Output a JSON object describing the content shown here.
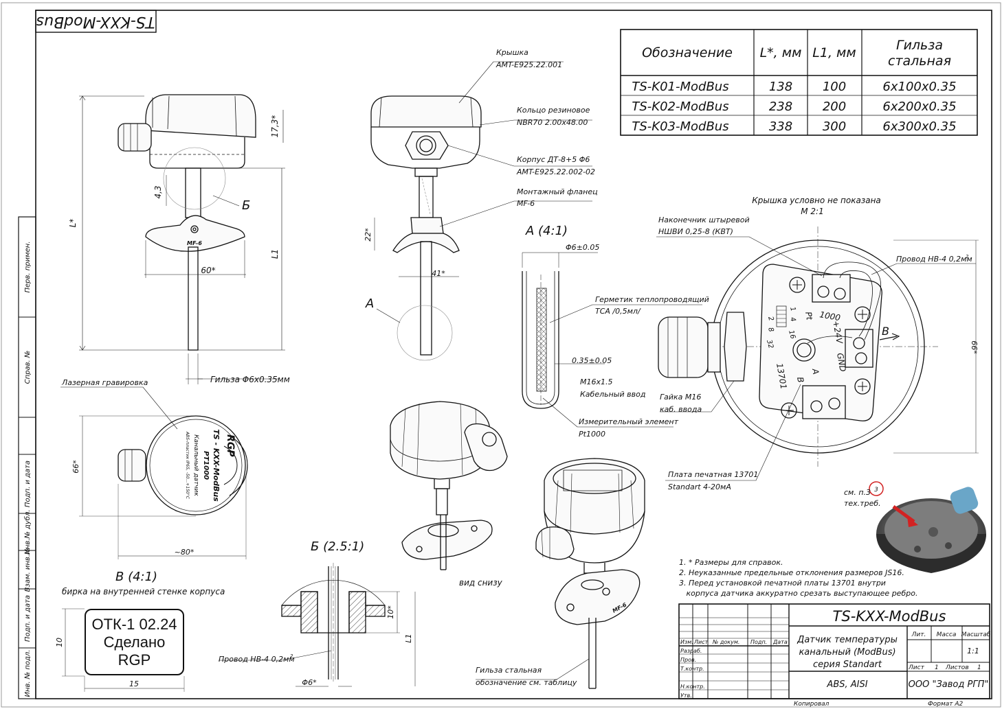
{
  "title_rotated": "TS-KXX-ModBus",
  "spec_table": {
    "headers": [
      "Обозначение",
      "L*, мм",
      "L1, мм",
      "Гильза стальная"
    ],
    "header_gilza_line1": "Гильза",
    "header_gilza_line2": "стальная",
    "rows": [
      [
        "TS-K01-ModBus",
        "138",
        "100",
        "6x100x0.35"
      ],
      [
        "TS-K02-ModBus",
        "238",
        "200",
        "6x200x0.35"
      ],
      [
        "TS-K03-ModBus",
        "338",
        "300",
        "6x300x0.35"
      ]
    ]
  },
  "side_strip": [
    "Перв. примен.",
    "Справ. №",
    "Подп. и дата",
    "Инв.№ дубл.",
    "Взам. инв.№",
    "Подп. и дата",
    "Инв. № подл."
  ],
  "front_view": {
    "dim_L": "L*",
    "dim_L1": "L1",
    "dim_17": "17,3*",
    "dim_43": "4,3",
    "dim_60": "60*",
    "label_B": "Б",
    "flange_mark": "MF-6",
    "sleeve": "Гильза Φ6x0.35мм"
  },
  "side_view": {
    "cover_title": "Крышка",
    "cover_code": "AMT-E925.22.001",
    "ring_title": "Кольцо резиновое",
    "ring_code": "NBR70 2.00x48.00",
    "body_title": "Корпус ДТ-8+5 Φ6",
    "body_code": "AMT-E925.22.002-02",
    "flange_title": "Монтажный фланец",
    "flange_code": "MF-6",
    "dim_22": "22*",
    "dim_41": "41*",
    "label_A": "А"
  },
  "detail_a": {
    "title": "А (4:1)",
    "dia": "Φ6±0.05",
    "paste_title": "Герметик теплопроводящий",
    "paste_code": "TCA  /0,5мл/",
    "wall": "0.35±0.05",
    "element_title": "Измерительный элемент",
    "element_code": "Pt1000"
  },
  "cable_entry": {
    "thread": "M16x1.5",
    "title": "Кабельный ввод",
    "nut": "Гайка M16",
    "nut2": "каб. ввода"
  },
  "top_view": {
    "note": "Крышка условно не показана",
    "scale": "M 2:1",
    "tip_title": "Наконечник штыревой",
    "tip_code": "НШВИ 0,25-8 (КВТ)",
    "wire": "Провод НВ-4 0,2мм",
    "board_title": "Плата печатная 13701",
    "board_code": "Standart 4-20мА",
    "dim_66": "66*",
    "label_B": "В",
    "pins_1": "1",
    "pins_2": "2",
    "pins_4": "4",
    "pins_8": "8",
    "pins_16": "16",
    "pins_32": "32",
    "pt": "Pt",
    "t1000": "1000",
    "plus24": "+24V",
    "gnd": "GND",
    "pin_a": "A",
    "pin_b": "B",
    "board_num": "13701"
  },
  "label_view": {
    "engrave": "Лазерная гравировка",
    "brand": "RGP",
    "model": "TS - KXX-ModBus",
    "pt": "PT1000",
    "desc": "Канальный датчик",
    "spec": "ABS-пластик IP65, -50...+150°C",
    "dim_66": "66*",
    "dim_80": "~80*"
  },
  "detail_v": {
    "title": "В (4:1)",
    "caption": "бирка на внутренней стенке корпуса",
    "stamp_l1": "ОТК-1  02.24",
    "stamp_l2": "Сделано",
    "stamp_l3": "RGP",
    "dim_10": "10",
    "dim_15": "15"
  },
  "detail_b": {
    "title": "Б (2.5:1)",
    "wire": "Провод НВ-4 0,2мм",
    "dim_10": "10*",
    "dim_L1": "L1",
    "dim_6": "Φ6*"
  },
  "iso": {
    "bottom_view": "вид снизу",
    "sleeve_title": "Гильза стальная",
    "sleeve_note": "обозначение см. таблицу",
    "flange_mark": "MF-6"
  },
  "photo_note": {
    "line1": "см. п.3",
    "line2": "тех.треб."
  },
  "notes": [
    "1.  * Размеры для справок.",
    "2. Неуказанные предельные отклонения размеров JS16.",
    "3. Перед установкой печатной платы 13701 внутри",
    "   корпуса датчика аккуратно срезать выступающее ребро."
  ],
  "title_block": {
    "designation": "TS-KXX-ModBus",
    "name_l1": "Датчик температуры",
    "name_l2": "канальный (ModBus)",
    "name_l3": "серия Standart",
    "material": "ABS, AISI",
    "company": "ООО \"Завод РГП\"",
    "lit": "Лит.",
    "mass": "Масса",
    "scale_h": "Масштаб",
    "scale": "1:1",
    "sheet": "Лист",
    "sheet_n": "1",
    "sheets": "Листов",
    "sheets_n": "1",
    "izm": "Изм.",
    "list": "Лист",
    "doc": "№ докум.",
    "podp": "Подп.",
    "data": "Дата",
    "razrab": "Разраб.",
    "prov": "Пров.",
    "tkontr": "Т.контр.",
    "nkontr": "Н.контр.",
    "utv": "Утв.",
    "kopir": "Копировал",
    "format": "Формат  А2"
  },
  "colors": {
    "line": "#111111",
    "shade": "#e8e8e8",
    "photo_dark": "#3a3a3a",
    "accent": "#d22222",
    "gland": "#6aa6c8"
  }
}
